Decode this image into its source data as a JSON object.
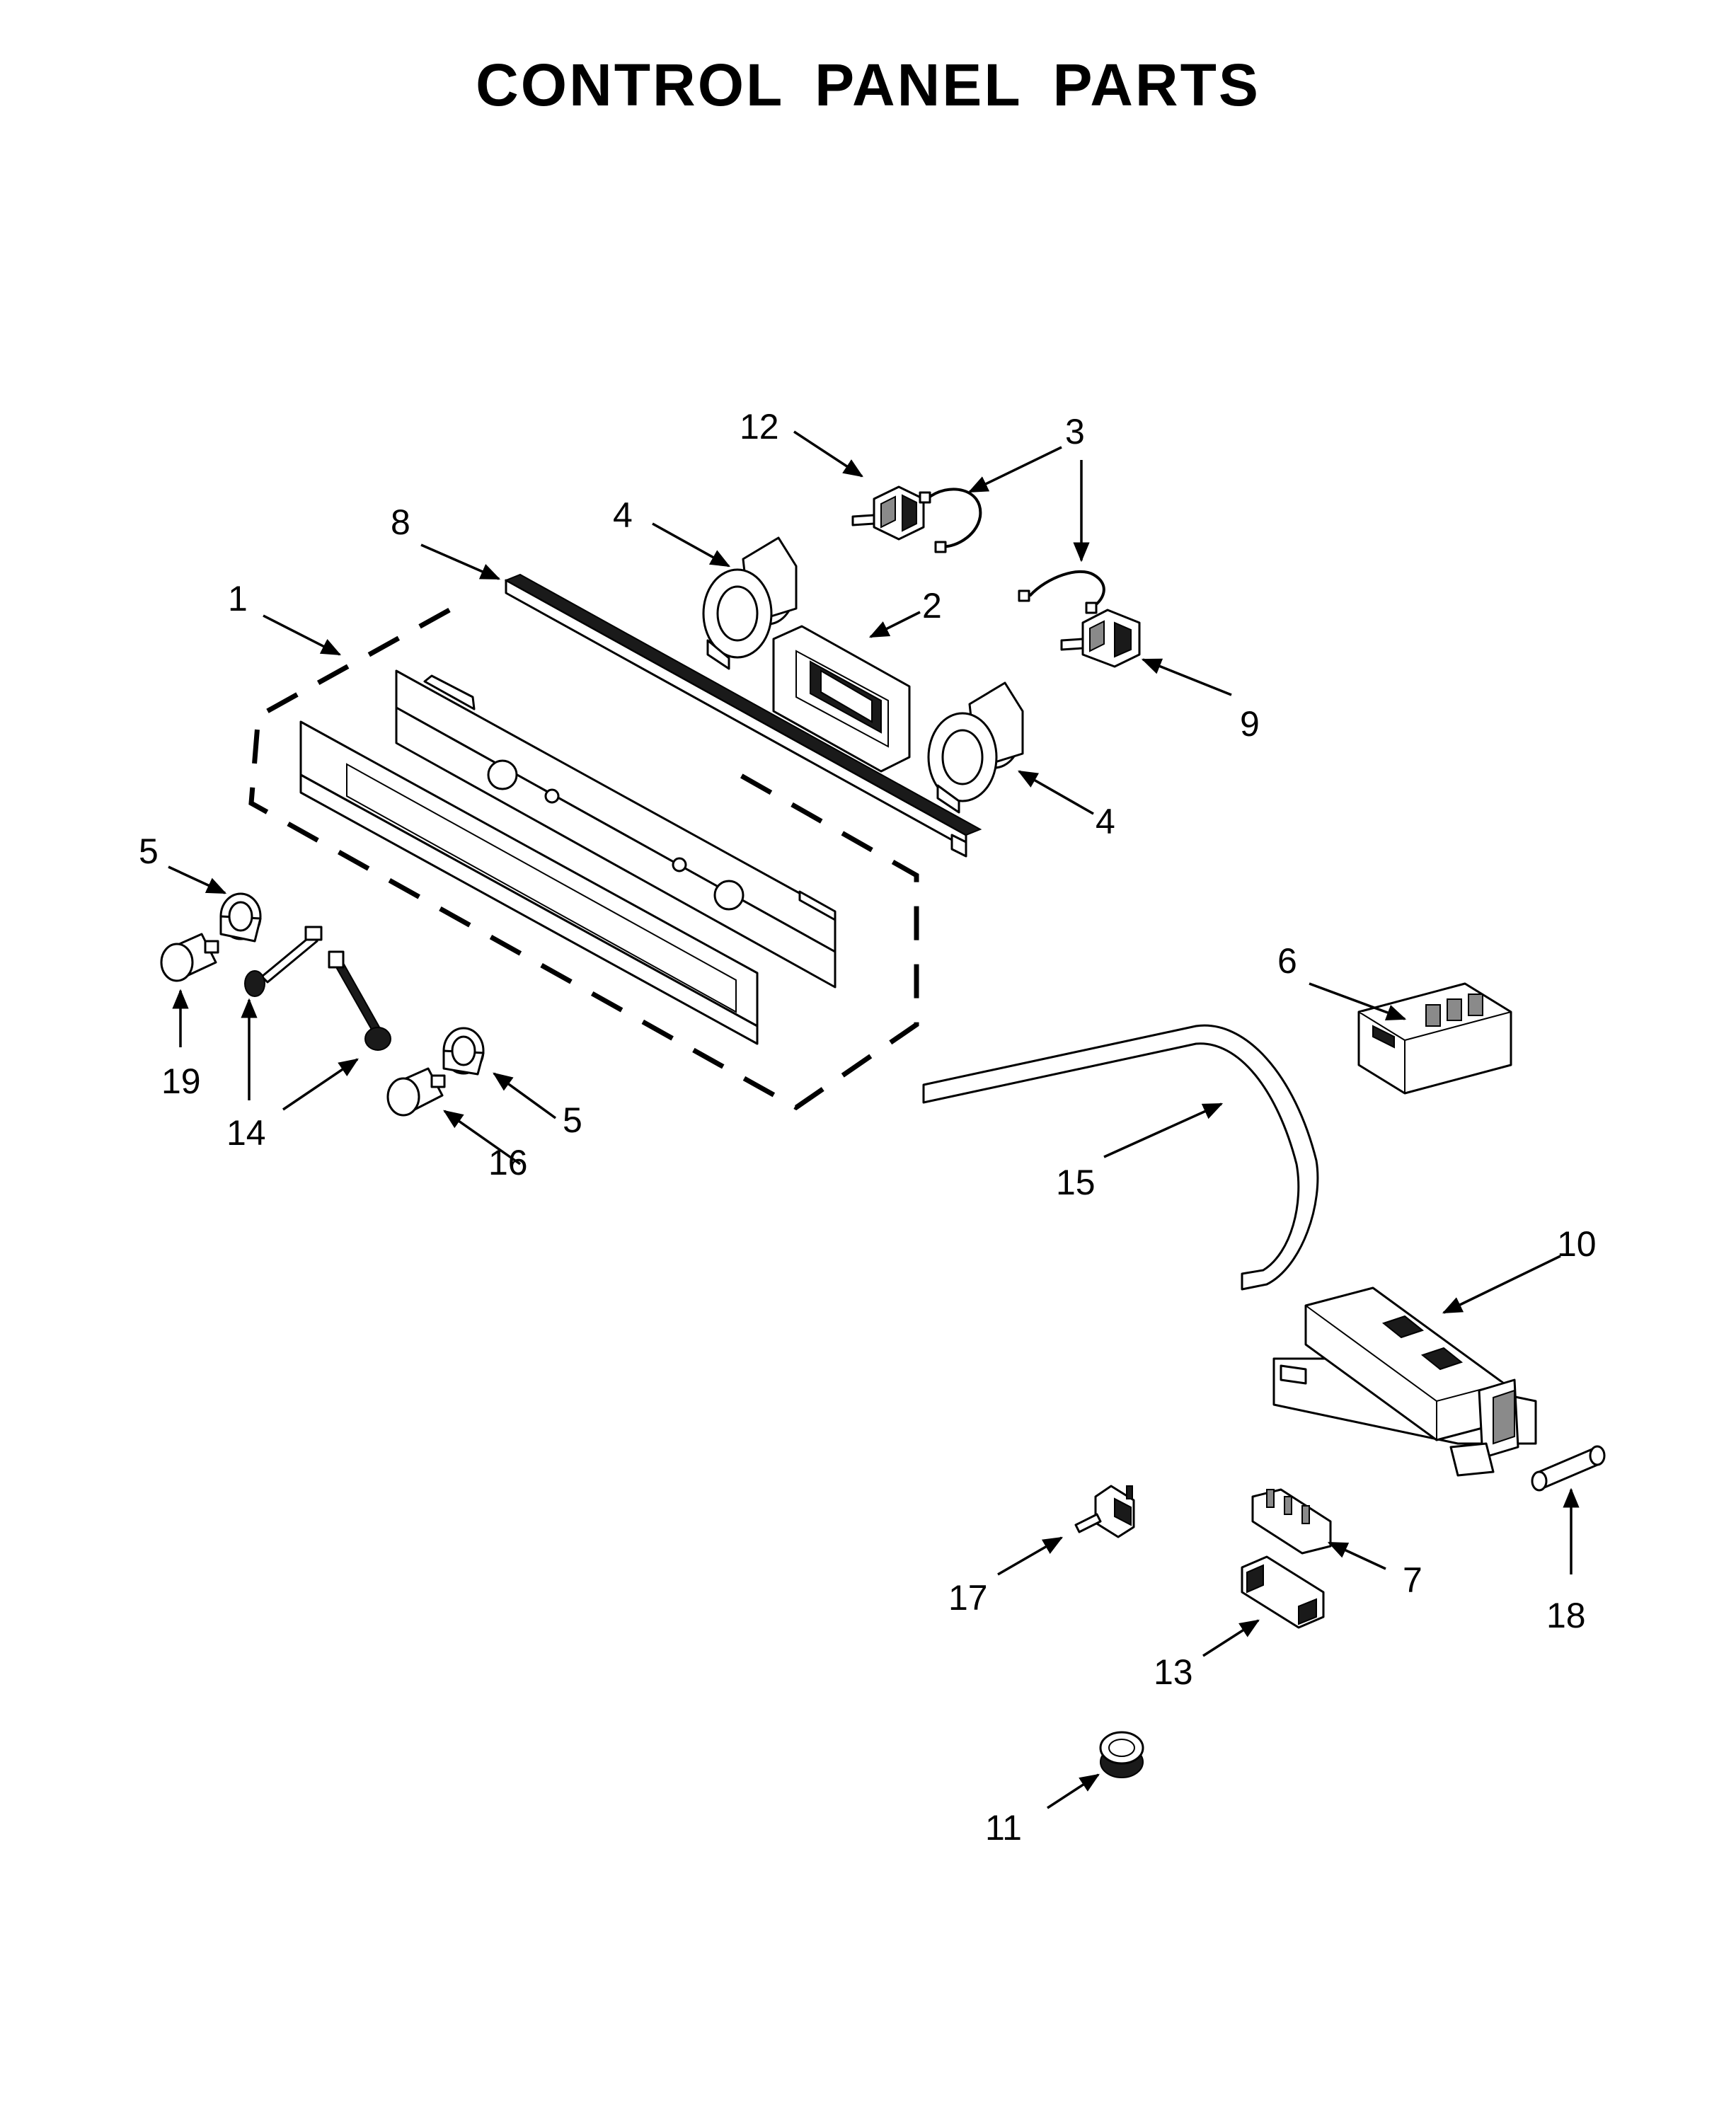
{
  "title": "CONTROL PANEL PARTS",
  "callouts": {
    "c1": "1",
    "c2": "2",
    "c3a": "3",
    "c3b": "3",
    "c4a": "4",
    "c4b": "4",
    "c5a": "5",
    "c5b": "5",
    "c6": "6",
    "c7": "7",
    "c8": "8",
    "c9": "9",
    "c10": "10",
    "c11": "11",
    "c12": "12",
    "c13": "13",
    "c14": "14",
    "c15": "15",
    "c16": "16",
    "c17": "17",
    "c18": "18",
    "c19": "19"
  }
}
